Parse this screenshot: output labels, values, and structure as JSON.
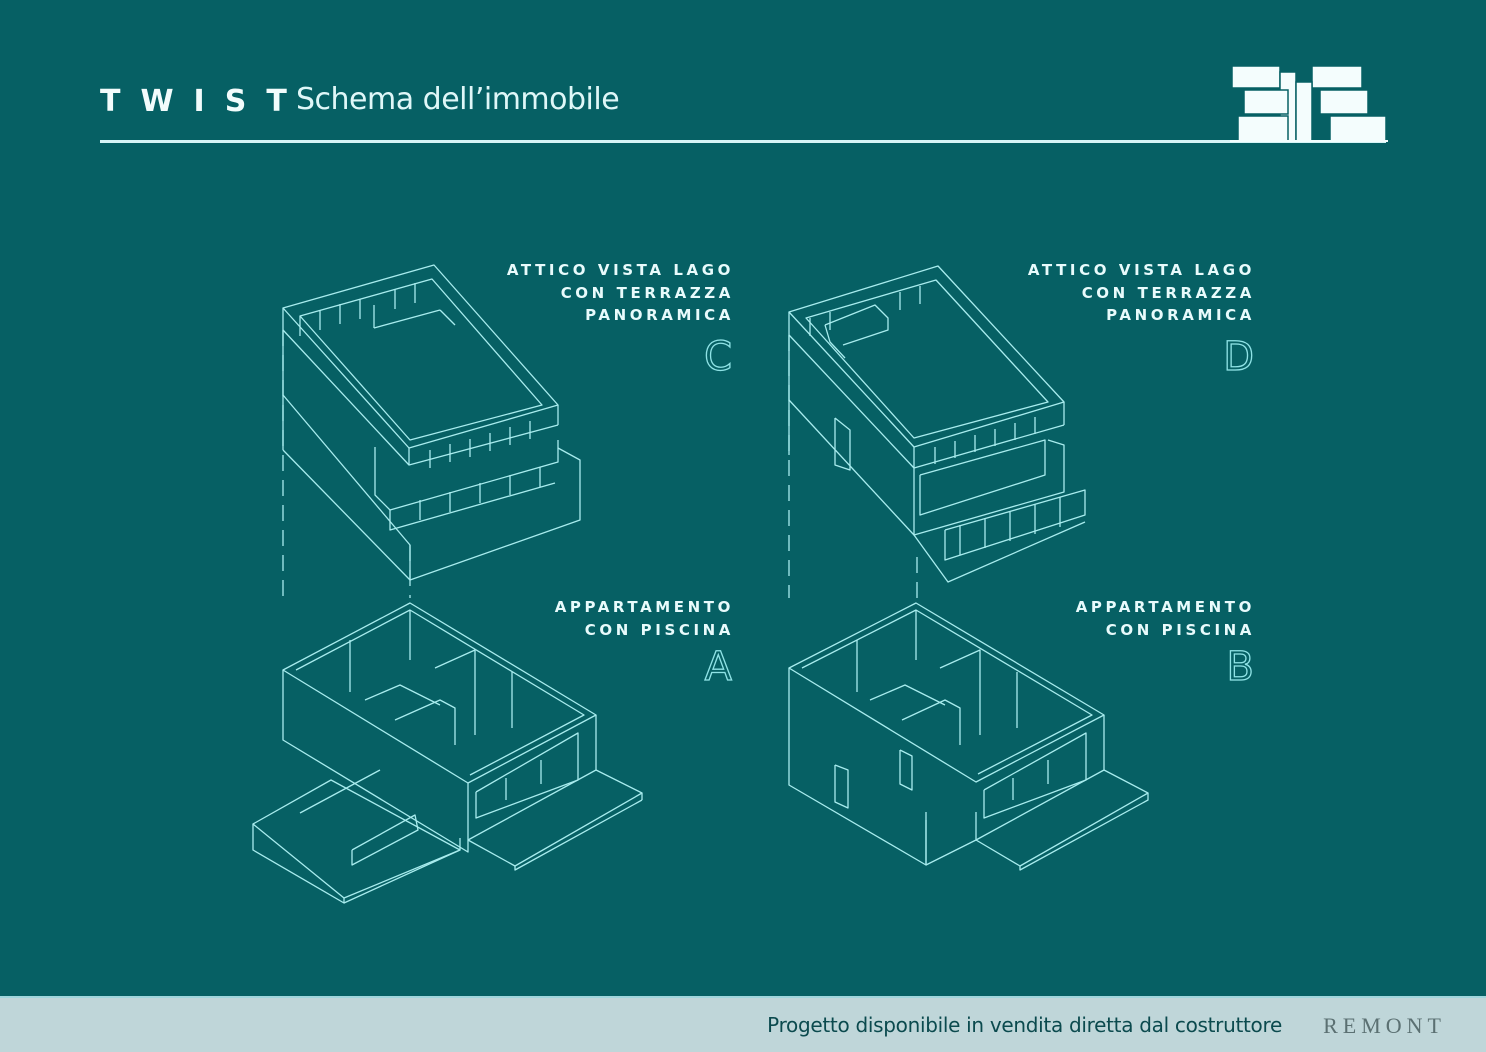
{
  "header": {
    "brand": "TWIST",
    "subtitle": "Schema dell’immobile",
    "logo_icon": "stacked-building-logo"
  },
  "units": [
    {
      "id": "C",
      "letter": "C",
      "lines": [
        "ATTICO VISTA LAGO",
        "CON TERRAZZA",
        "PANORAMICA"
      ],
      "level": "upper"
    },
    {
      "id": "D",
      "letter": "D",
      "lines": [
        "ATTICO VISTA LAGO",
        "CON TERRAZZA",
        "PANORAMICA"
      ],
      "level": "upper"
    },
    {
      "id": "A",
      "letter": "A",
      "lines": [
        "APPARTAMENTO",
        "CON PISCINA"
      ],
      "level": "lower"
    },
    {
      "id": "B",
      "letter": "B",
      "lines": [
        "APPARTAMENTO",
        "CON PISCINA"
      ],
      "level": "lower"
    }
  ],
  "footer": {
    "text": "Progetto disponibile in vendita diretta dal costruttore",
    "brand": "REMONT"
  },
  "colors": {
    "background": "#066064",
    "line": "#a8ecee",
    "footer_bg": "#bfd6d9",
    "footer_text": "#0b4a4e"
  }
}
